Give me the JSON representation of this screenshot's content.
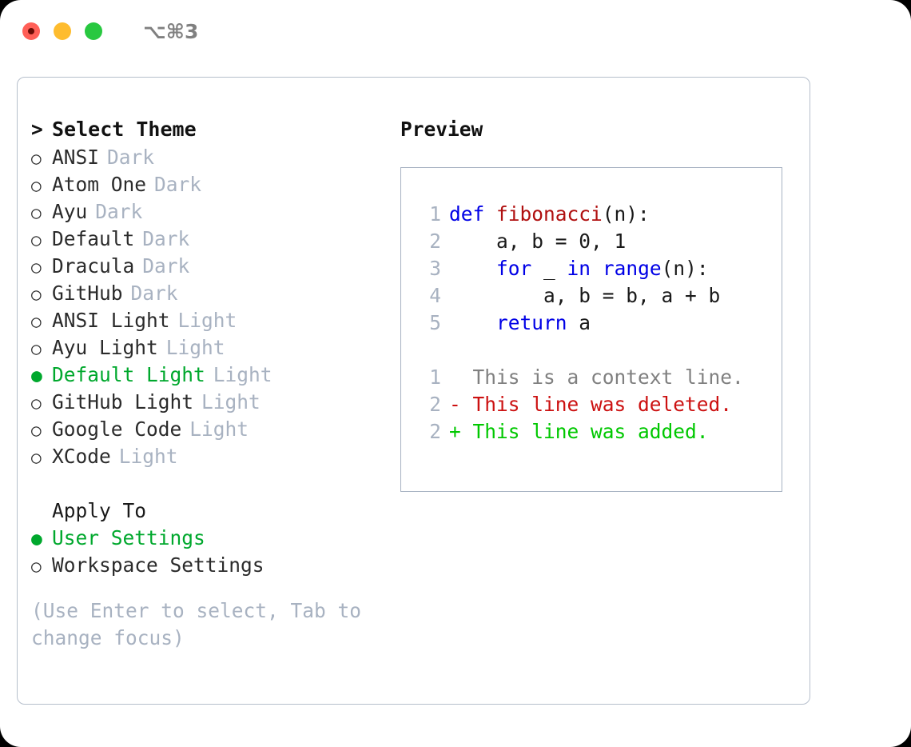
{
  "titlebar": {
    "lights": [
      {
        "name": "close",
        "color": "#ff5f57"
      },
      {
        "name": "minimize",
        "color": "#febc2e"
      },
      {
        "name": "zoom",
        "color": "#28c840"
      }
    ],
    "shortcut": "⌥⌘3"
  },
  "theme_list": {
    "header_marker": ">",
    "header": "Select Theme",
    "items": [
      {
        "marker": "○",
        "name": "ANSI",
        "tag": "Dark",
        "selected": false
      },
      {
        "marker": "○",
        "name": "Atom One",
        "tag": "Dark",
        "selected": false
      },
      {
        "marker": "○",
        "name": "Ayu",
        "tag": "Dark",
        "selected": false
      },
      {
        "marker": "○",
        "name": "Default",
        "tag": "Dark",
        "selected": false
      },
      {
        "marker": "○",
        "name": "Dracula",
        "tag": "Dark",
        "selected": false
      },
      {
        "marker": "○",
        "name": "GitHub",
        "tag": "Dark",
        "selected": false
      },
      {
        "marker": "○",
        "name": "ANSI Light",
        "tag": "Light",
        "selected": false
      },
      {
        "marker": "○",
        "name": "Ayu Light",
        "tag": "Light",
        "selected": false
      },
      {
        "marker": "●",
        "name": "Default Light",
        "tag": "Light",
        "selected": true
      },
      {
        "marker": "○",
        "name": "GitHub Light",
        "tag": "Light",
        "selected": false
      },
      {
        "marker": "○",
        "name": "Google Code",
        "tag": "Light",
        "selected": false
      },
      {
        "marker": "○",
        "name": "XCode",
        "tag": "Light",
        "selected": false
      }
    ]
  },
  "apply_to": {
    "header": "Apply To",
    "items": [
      {
        "marker": "●",
        "name": "User Settings",
        "selected": true
      },
      {
        "marker": "○",
        "name": "Workspace Settings",
        "selected": false
      }
    ]
  },
  "hint": "(Use Enter to select, Tab to change focus)",
  "preview": {
    "title": "Preview",
    "code_lines": [
      {
        "lineno": "1",
        "tokens": [
          {
            "text": "def ",
            "type": "kw"
          },
          {
            "text": "fibonacci",
            "type": "fn"
          },
          {
            "text": "(n):",
            "type": "plain"
          }
        ]
      },
      {
        "lineno": "2",
        "tokens": [
          {
            "text": "    a, b = 0, 1",
            "type": "plain"
          }
        ]
      },
      {
        "lineno": "3",
        "tokens": [
          {
            "text": "    ",
            "type": "plain"
          },
          {
            "text": "for",
            "type": "kw"
          },
          {
            "text": " _ ",
            "type": "plain"
          },
          {
            "text": "in",
            "type": "kw"
          },
          {
            "text": " ",
            "type": "plain"
          },
          {
            "text": "range",
            "type": "kw"
          },
          {
            "text": "(n):",
            "type": "plain"
          }
        ]
      },
      {
        "lineno": "4",
        "tokens": [
          {
            "text": "        a, b = b, a + b",
            "type": "plain"
          }
        ]
      },
      {
        "lineno": "5",
        "tokens": [
          {
            "text": "    ",
            "type": "plain"
          },
          {
            "text": "return",
            "type": "kw"
          },
          {
            "text": " a",
            "type": "plain"
          }
        ]
      }
    ],
    "diff_lines": [
      {
        "lineno": "1",
        "sign": " ",
        "text": "This is a context line.",
        "type": "ctx"
      },
      {
        "lineno": "2",
        "sign": "-",
        "text": "This line was deleted.",
        "type": "del"
      },
      {
        "lineno": "2",
        "sign": "+",
        "text": "This line was added.",
        "type": "add"
      }
    ]
  },
  "colors": {
    "accent_green": "#00a82d",
    "diff_add_green": "#00c800",
    "diff_del_red": "#cc1111",
    "keyword_blue": "#0000e6",
    "function_red": "#b01010",
    "muted_gray": "#a8b2c1",
    "border_gray": "#a7b2c2"
  }
}
